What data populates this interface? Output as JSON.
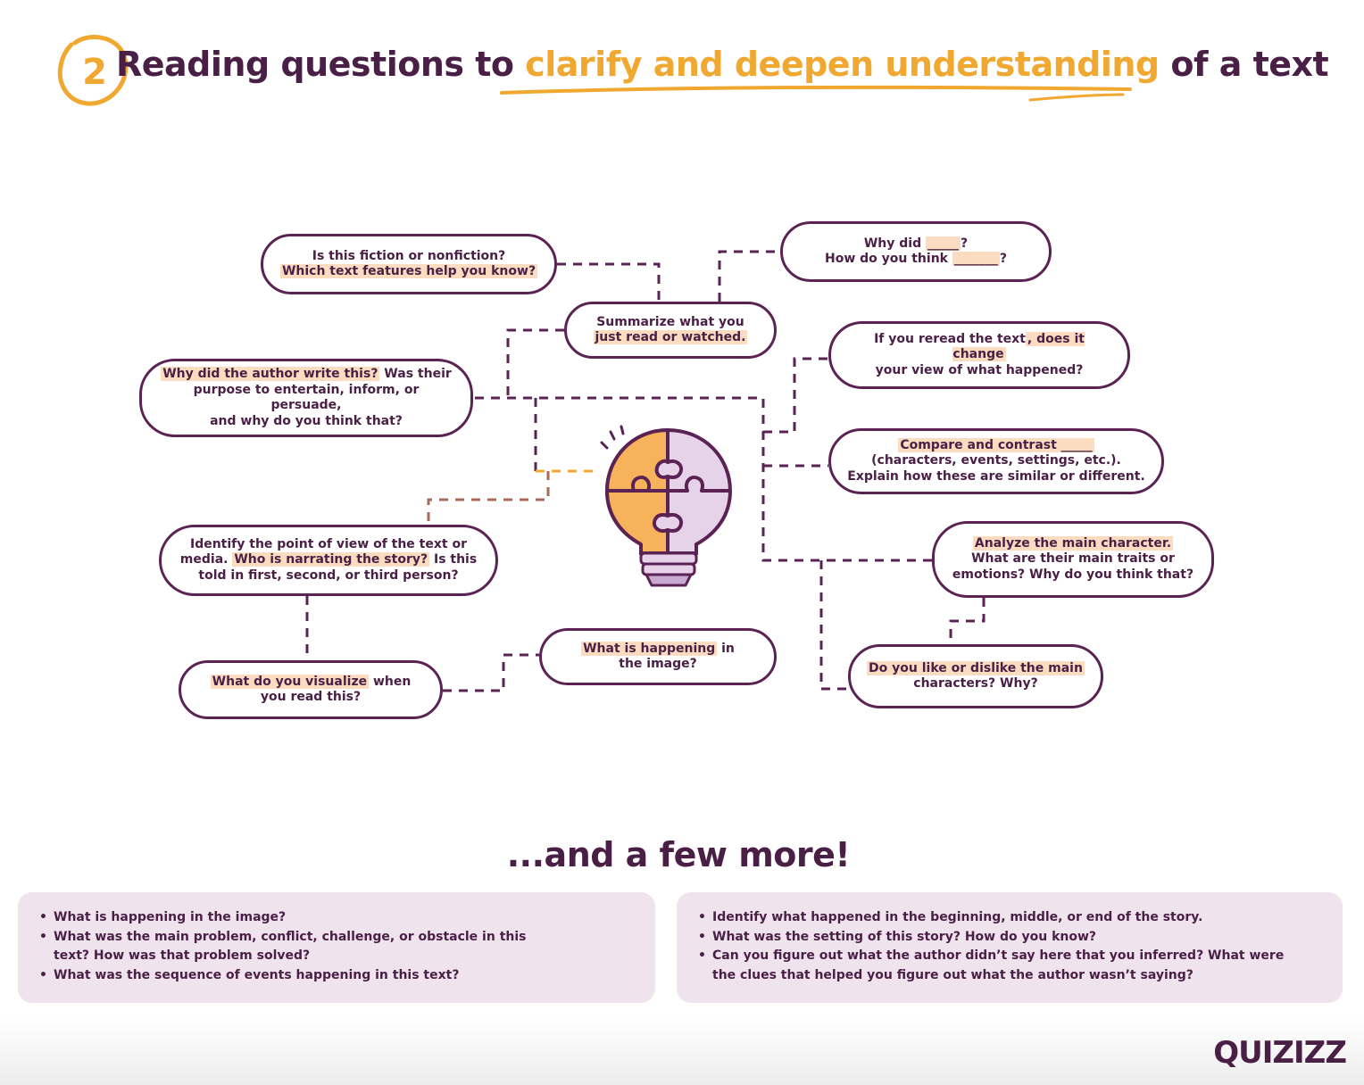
{
  "header": {
    "step_number": "2",
    "title_part1": "Reading questions to ",
    "title_accent": "clarify and deepen understanding",
    "title_part2": " of a text"
  },
  "nodes": {
    "fiction": {
      "line1": "Is this fiction or nonfiction?",
      "line2_hl": "Which text features help you know?"
    },
    "whydid": {
      "line1_a": "Why did ",
      "line1_blank": "_____",
      "line1_b": "?",
      "line2_a": "How do you think ",
      "line2_blank": "_______",
      "line2_b": "?"
    },
    "summarize": {
      "line1": "Summarize what you",
      "line2_hl": "just read or watched."
    },
    "reread": {
      "line1_a": "If you reread the text",
      "line1_hl": ", does it change",
      "line2": "your view of what happened?"
    },
    "author": {
      "line1_hl": "Why did the author write this?",
      "line1_b": " Was their",
      "line2": "purpose to entertain, inform, or persuade,",
      "line3": "and why do you think that?"
    },
    "compare": {
      "line1_hl": "Compare and contrast _____",
      "line2": "(characters, events, settings, etc.).",
      "line3": "Explain how these are similar or different."
    },
    "pov": {
      "line1": "Identify the point of view of the text or",
      "line2_a": "media. ",
      "line2_hl": "Who is narrating the story?",
      "line2_b": " Is this",
      "line3": "told in first, second, or third person?"
    },
    "analyze": {
      "line1_hl": "Analyze the main character.",
      "line2": "What are their main traits or",
      "line3": "emotions? Why do you think that?"
    },
    "happening": {
      "line1_hl": "What is happening",
      "line1_b": " in",
      "line2": "the image?"
    },
    "visualize": {
      "line1_hl": "What do you visualize",
      "line1_b": " when",
      "line2": "you read this?"
    },
    "like": {
      "line1_hl": "Do you like or dislike the main",
      "line2": "characters? Why?"
    }
  },
  "more": {
    "title": "...and a few more!",
    "left": [
      "What is happening in the image?",
      "What was the main problem, conflict, challenge, or obstacle in this text? How was that problem solved?",
      "What was the sequence of events happening in this text?"
    ],
    "right": [
      "Identify what happened in the beginning, middle, or end of the story.",
      "What was the setting of this story? How do you know?",
      "Can you figure out what the author didn’t say here that you inferred? What were the clues that helped you figure out what the author wasn’t saying?"
    ]
  },
  "brand": "QUIZIZZ",
  "colors": {
    "primary": "#4a1f45",
    "accent": "#f0a830",
    "highlight": "#fbdcc0",
    "panel": "#efe3ee",
    "connector": "#5a2353"
  }
}
